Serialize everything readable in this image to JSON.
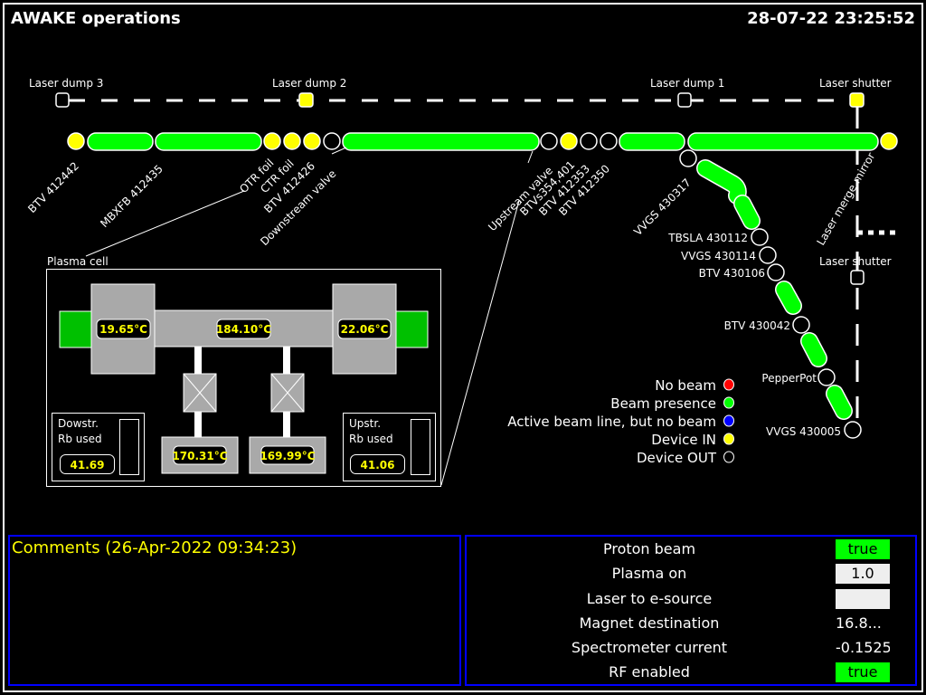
{
  "header": {
    "title": "AWAKE operations",
    "datetime": "28-07-22 23:25:52"
  },
  "colors": {
    "beam_presence": "#00ff00",
    "device_in": "#ffff00",
    "device_out": "#000000",
    "no_beam": "#ff0000",
    "active_no_beam": "#0000ff",
    "panel_border": "#0000ff",
    "comments_text": "#ffff00",
    "plasma_grey": "#a9a9a9",
    "plasma_green": "#00c000"
  },
  "laser_line": {
    "devices": [
      {
        "label": "Laser dump 3",
        "state": "out"
      },
      {
        "label": "Laser dump 2",
        "state": "in"
      },
      {
        "label": "Laser dump 1",
        "state": "out"
      },
      {
        "label": "Laser shutter",
        "state": "in"
      }
    ],
    "second_shutter": {
      "label": "Laser shutter",
      "state": "out"
    }
  },
  "beamline": {
    "devices": [
      {
        "label": "BTV 412442",
        "state": "in"
      },
      {
        "label": "MBXFB 412435",
        "state": "beam"
      },
      {
        "label": "OTR foil",
        "state": "in"
      },
      {
        "label": "CTR foil",
        "state": "in"
      },
      {
        "label": "BTV 412426",
        "state": "in"
      },
      {
        "label": "Downstream valve",
        "state": "out"
      },
      {
        "label": "Upstream valve",
        "state": "out"
      },
      {
        "label": "BTVs354,401",
        "state": "in"
      },
      {
        "label": "BTV 412353",
        "state": "out"
      },
      {
        "label": "BTV 412350",
        "state": "out"
      },
      {
        "label": "VVGS 430317",
        "state": "out"
      },
      {
        "label": "Laser merge mirror",
        "state": "in"
      }
    ],
    "electron_line": [
      {
        "label": "TBSLA 430112",
        "state": "out"
      },
      {
        "label": "VVGS 430114",
        "state": "out"
      },
      {
        "label": "BTV 430106",
        "state": "out"
      },
      {
        "label": "BTV 430042",
        "state": "out"
      },
      {
        "label": "PepperPot",
        "state": "out"
      },
      {
        "label": "VVGS 430005",
        "state": "out"
      }
    ]
  },
  "plasma_cell": {
    "title": "Plasma cell",
    "temp_downstream": "19.65°C",
    "temp_center": "184.10°C",
    "temp_upstream": "22.06°C",
    "temp_reservoir_down": "170.31°C",
    "temp_reservoir_up": "169.99°C",
    "downstream_rb": {
      "label_line1": "Dowstr.",
      "label_line2": "Rb used",
      "value": "41.69"
    },
    "upstream_rb": {
      "label_line1": "Upstr.",
      "label_line2": "Rb used",
      "value": "41.06"
    }
  },
  "legend": [
    {
      "label": "No beam",
      "color": "#ff0000"
    },
    {
      "label": "Beam presence",
      "color": "#00ff00"
    },
    {
      "label": "Active beam line, but no beam",
      "color": "#0000ff"
    },
    {
      "label": "Device IN",
      "color": "#ffff00"
    },
    {
      "label": "Device OUT",
      "color": "#000000"
    }
  ],
  "comments": {
    "title": "Comments (26-Apr-2022 09:34:23)"
  },
  "status": [
    {
      "label": "Proton beam",
      "value": "true",
      "style": "green"
    },
    {
      "label": "Plasma on",
      "value": "1.0",
      "style": "grey"
    },
    {
      "label": "Laser to e-source",
      "value": "",
      "style": "grey"
    },
    {
      "label": "Magnet destination",
      "value": "16.8...",
      "style": "plain"
    },
    {
      "label": "Spectrometer current",
      "value": "-0.1525",
      "style": "plain"
    },
    {
      "label": "RF enabled",
      "value": "true",
      "style": "green"
    }
  ]
}
